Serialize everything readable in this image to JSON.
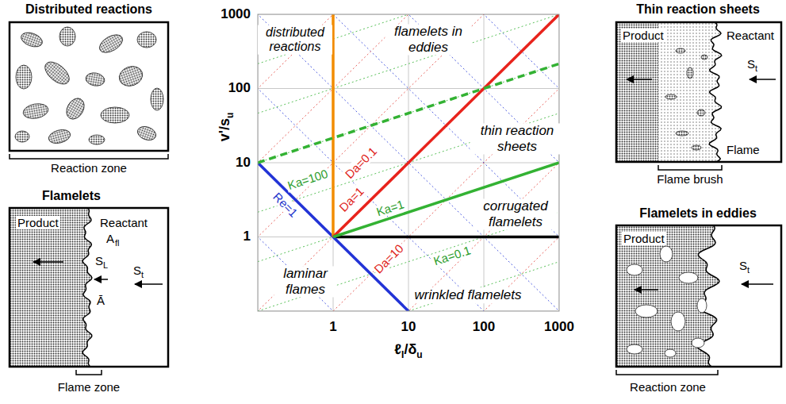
{
  "diagram": {
    "nodes": [
      {
        "text": [
          "Distributed reactions",
          "Reaction zone"
        ]
      },
      {
        "text": [
          "Flamelets",
          "Product",
          "Reactant",
          "A",
          "fl",
          "S",
          "L",
          "S",
          "t",
          "Ā",
          "Flame zone"
        ]
      },
      {
        "text": [
          "Thin reaction sheets",
          "Product",
          "Reactant",
          "S",
          "t",
          "Flame",
          "Flame brush"
        ]
      },
      {
        "text": [
          "Flamelets in eddies",
          "Product",
          "S",
          "t",
          "Reaction zone"
        ]
      }
    ],
    "labels": [
      "1",
      "10",
      "100",
      "1000",
      "1000",
      "100",
      "10",
      "1",
      "v'/s",
      "u",
      "ℓ",
      "I",
      "/δ",
      "u",
      "distributed reactions",
      "flamelets in eddies",
      "thin reaction sheets",
      "corrugated flamelets",
      "laminar flames",
      "wrinkled flamelets",
      "Ka=100",
      "Da=0.1",
      "Da=1",
      "Ka=1",
      "Re=1",
      "Da=10",
      "Ka=0.1"
    ]
  }
}
